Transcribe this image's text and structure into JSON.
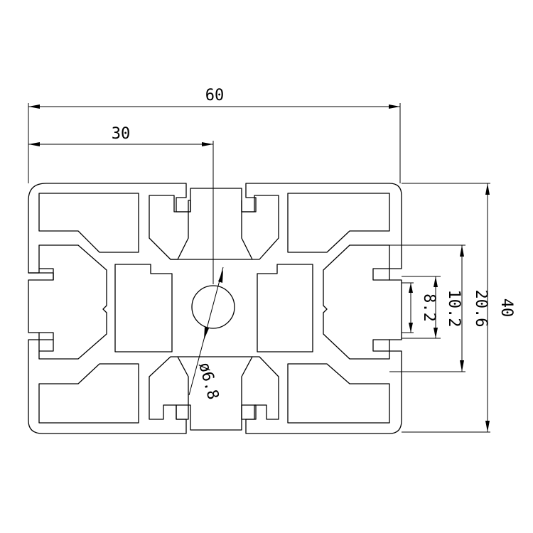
{
  "drawing": {
    "dimensions": {
      "overall_width": "60",
      "half_width": "30",
      "height": "40",
      "center_bore": "ø6.8",
      "slot_pitch": "20.6",
      "slot_opening": "10.2",
      "slot_width": "8.2"
    },
    "colors": {
      "line": "#000000",
      "background": "#ffffff"
    }
  }
}
